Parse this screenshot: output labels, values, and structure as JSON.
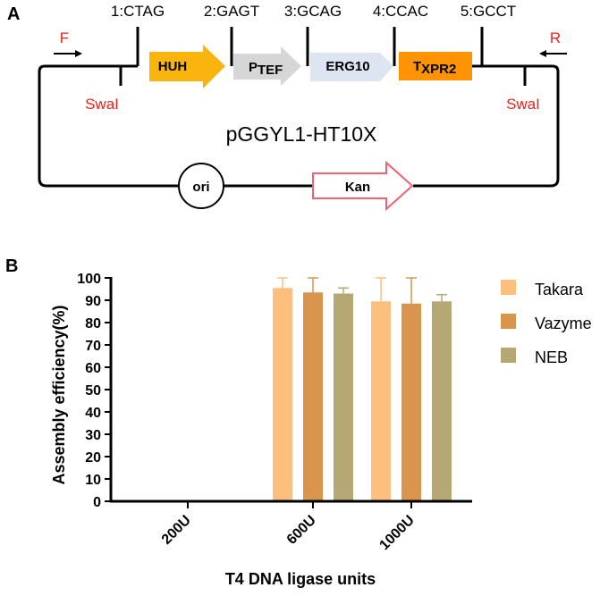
{
  "panel_a": {
    "letter": "A",
    "sites": [
      "1:CTAG",
      "2:GAGT",
      "3:GCAG",
      "4:CCAC",
      "5:GCCT"
    ],
    "primer_forward": "F",
    "primer_reverse": "R",
    "restriction_left": "SwaI",
    "restriction_right": "SwaI",
    "plasmid_name": "pGGYL1-HT10X",
    "parts": {
      "huh": "HUH",
      "p_main": "P",
      "p_sub": "TEF",
      "erg10": "ERG10",
      "t_main": "T",
      "t_sub": "XPR2",
      "ori": "ori",
      "kan": "Kan"
    },
    "colors": {
      "huh": "#f9b50d",
      "promoter": "#d6d6d6",
      "erg10": "#dde4f2",
      "terminator": "#fe9304",
      "kan_outline": "#f0606e",
      "primer_red": "#e8231e"
    }
  },
  "panel_b": {
    "letter": "B"
  },
  "chart_data": {
    "type": "bar",
    "categories": [
      "200U",
      "600U",
      "1000U"
    ],
    "series": [
      {
        "name": "Takara",
        "values": [
          0,
          95.5,
          89.5
        ],
        "errors": [
          0,
          4.5,
          10.5
        ],
        "color": "#fdbf7e"
      },
      {
        "name": "Vazyme",
        "values": [
          0,
          93.5,
          88.5
        ],
        "errors": [
          0,
          6.5,
          11.5
        ],
        "color": "#d9944d"
      },
      {
        "name": "NEB",
        "values": [
          0,
          93,
          89.5
        ],
        "errors": [
          0,
          2.5,
          3
        ],
        "color": "#b5a875"
      }
    ],
    "xlabel": "T4 DNA ligase units",
    "ylabel": "Assembly efficiency(%)",
    "ylim": [
      0,
      100
    ],
    "yticks": [
      0,
      10,
      20,
      30,
      40,
      50,
      60,
      70,
      80,
      90,
      100
    ],
    "legend": "right"
  }
}
